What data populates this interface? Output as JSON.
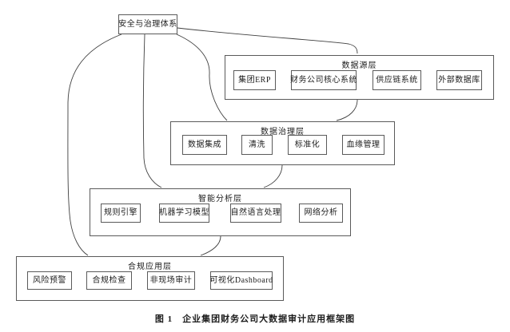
{
  "figure": {
    "caption": "图 1　企业集团财务公司大数据审计应用框架图"
  },
  "nodes": {
    "security": "安全与治理体系"
  },
  "layers": [
    {
      "title": "数据源层",
      "items": [
        "集团ERP",
        "财务公司核心系统",
        "供应链系统",
        "外部数据库"
      ]
    },
    {
      "title": "数据治理层",
      "items": [
        "数据集成",
        "清洗",
        "标准化",
        "血缘管理"
      ]
    },
    {
      "title": "智能分析层",
      "items": [
        "规则引擎",
        "机器学习模型",
        "自然语言处理",
        "网络分析"
      ]
    },
    {
      "title": "合规应用层",
      "items": [
        "风险预警",
        "合规检查",
        "非现场审计",
        "可视化Dashboard"
      ]
    }
  ],
  "edges": [
    {
      "from": "安全与治理体系",
      "to": "数据源层"
    },
    {
      "from": "安全与治理体系",
      "to": "数据治理层"
    },
    {
      "from": "安全与治理体系",
      "to": "智能分析层"
    },
    {
      "from": "安全与治理体系",
      "to": "合规应用层"
    },
    {
      "from": "数据源层",
      "to": "数据治理层"
    },
    {
      "from": "数据治理层",
      "to": "智能分析层"
    },
    {
      "from": "智能分析层",
      "to": "合规应用层"
    }
  ],
  "colors": {
    "line": "#3f3f3f",
    "border": "#5a5a5a",
    "background": "#ffffff",
    "text": "#1c1c1c"
  }
}
